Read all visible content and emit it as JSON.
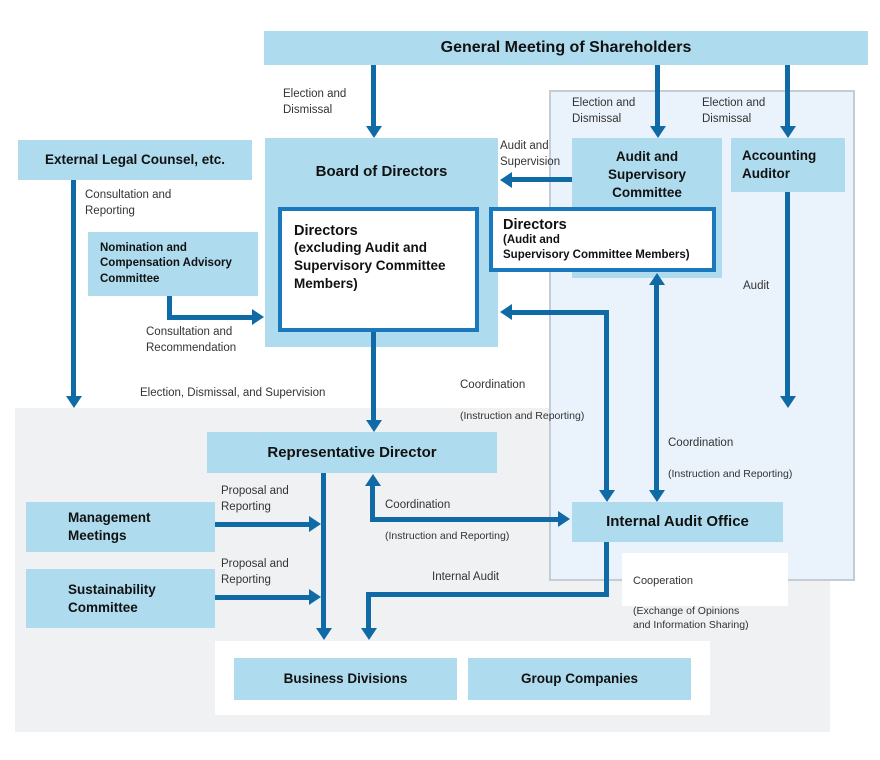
{
  "diagram": {
    "boxes": {
      "general_meeting": {
        "label": "General Meeting of Shareholders"
      },
      "external_legal": {
        "label": "External Legal Counsel, etc."
      },
      "board": {
        "label": "Board of Directors"
      },
      "directors_excluding": {
        "title": "Directors",
        "subtitle": "(excluding Audit and\nSupervisory Committee\nMembers)"
      },
      "directors_audit": {
        "title": "Directors",
        "subtitle": "(Audit and\nSupervisory Committee Members)"
      },
      "audit_supervisory_committee": {
        "label": "Audit and\nSupervisory\nCommittee"
      },
      "accounting_auditor": {
        "label": "Accounting\nAuditor"
      },
      "nomination_committee": {
        "label": "Nomination and\nCompensation Advisory\nCommittee"
      },
      "representative_director": {
        "label": "Representative Director"
      },
      "management_meetings": {
        "label": "Management\nMeetings"
      },
      "sustainability_committee": {
        "label": "Sustainability\nCommittee"
      },
      "internal_audit_office": {
        "label": "Internal Audit Office"
      },
      "business_divisions": {
        "label": "Business Divisions"
      },
      "group_companies": {
        "label": "Group Companies"
      }
    },
    "labels": {
      "election_and_dismissal": "Election and\nDismissal",
      "audit_and_supervision": "Audit and\nSupervision",
      "consultation_and_reporting": "Consultation and\nReporting",
      "consultation_and_recommendation": "Consultation and\nRecommendation",
      "election_dismissal_supervision": "Election, Dismissal, and Supervision",
      "coordination": {
        "title": "Coordination",
        "sub": "(Instruction and Reporting)"
      },
      "audit": "Audit",
      "proposal_and_reporting": "Proposal and\nReporting",
      "internal_audit": "Internal Audit",
      "cooperation": {
        "title": "Cooperation",
        "sub": "(Exchange of Opinions\nand Information Sharing)"
      }
    },
    "colors": {
      "box_fill": "#aedcee",
      "panel_fill": "#eaf2fb",
      "panel_border": "#c4ccd4",
      "gray_fill": "#f0f1f3",
      "arrow": "#0f6aa6",
      "outline_box_border": "#1a79bd",
      "text": "#111111",
      "label_text": "#333333"
    }
  }
}
